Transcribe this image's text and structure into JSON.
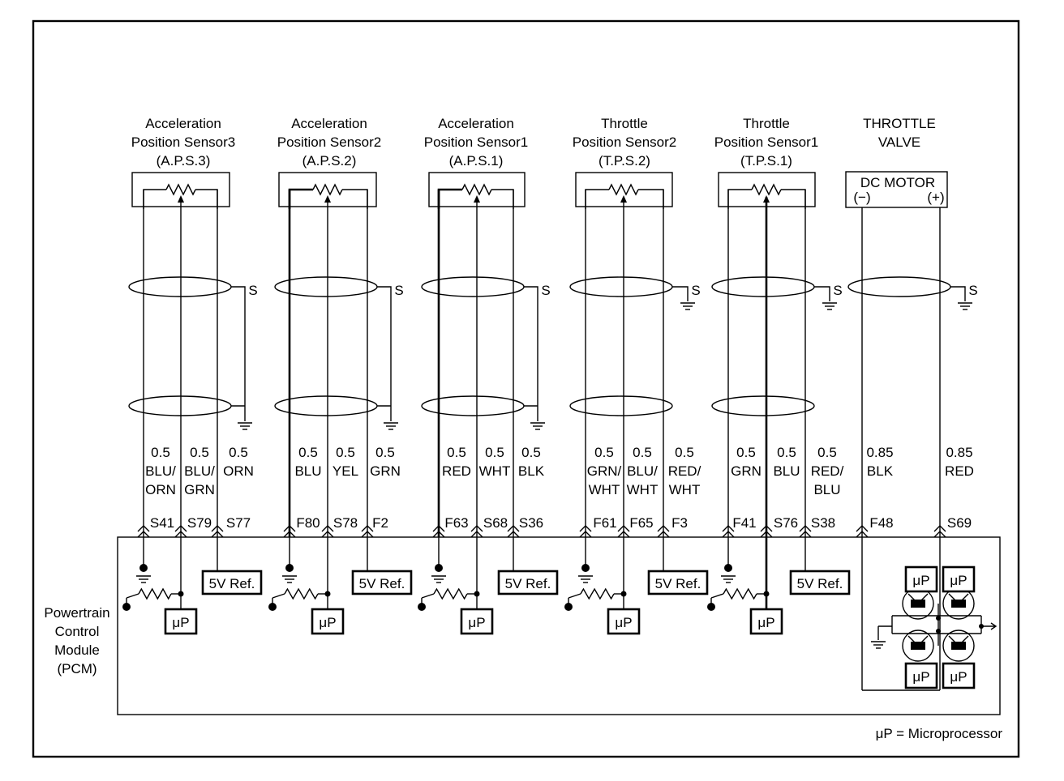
{
  "sensors": [
    {
      "name_line1": "Acceleration",
      "name_line2": "Position Sensor3",
      "abbrev": "(A.P.S.3)"
    },
    {
      "name_line1": "Acceleration",
      "name_line2": "Position Sensor2",
      "abbrev": "(A.P.S.2)"
    },
    {
      "name_line1": "Acceleration",
      "name_line2": "Position Sensor1",
      "abbrev": "(A.P.S.1)"
    },
    {
      "name_line1": "Throttle",
      "name_line2": "Position Sensor2",
      "abbrev": "(T.P.S.2)"
    },
    {
      "name_line1": "Throttle",
      "name_line2": "Position Sensor1",
      "abbrev": "(T.P.S.1)"
    }
  ],
  "throttle_valve": {
    "line1": "THROTTLE",
    "line2": "VALVE",
    "motor_label": "DC MOTOR",
    "neg": "(−)",
    "pos": "(+)"
  },
  "shield_label": "S",
  "wires": [
    {
      "size": "0.5",
      "color1": "BLU/",
      "color2": "ORN",
      "pin": "S41"
    },
    {
      "size": "0.5",
      "color1": "BLU/",
      "color2": "GRN",
      "pin": "S79"
    },
    {
      "size": "0.5",
      "color1": "ORN",
      "color2": "",
      "pin": "S77"
    },
    {
      "size": "0.5",
      "color1": "BLU",
      "color2": "",
      "pin": "F80"
    },
    {
      "size": "0.5",
      "color1": "YEL",
      "color2": "",
      "pin": "S78"
    },
    {
      "size": "0.5",
      "color1": "GRN",
      "color2": "",
      "pin": "F2"
    },
    {
      "size": "0.5",
      "color1": "RED",
      "color2": "",
      "pin": "F63"
    },
    {
      "size": "0.5",
      "color1": "WHT",
      "color2": "",
      "pin": "S68"
    },
    {
      "size": "0.5",
      "color1": "BLK",
      "color2": "",
      "pin": "S36"
    },
    {
      "size": "0.5",
      "color1": "GRN/",
      "color2": "WHT",
      "pin": "F61"
    },
    {
      "size": "0.5",
      "color1": "BLU/",
      "color2": "WHT",
      "pin": "F65"
    },
    {
      "size": "0.5",
      "color1": "RED/",
      "color2": "WHT",
      "pin": "F3"
    },
    {
      "size": "0.5",
      "color1": "GRN",
      "color2": "",
      "pin": "F41"
    },
    {
      "size": "0.5",
      "color1": "BLU",
      "color2": "",
      "pin": "S76"
    },
    {
      "size": "0.5",
      "color1": "RED/",
      "color2": "BLU",
      "pin": "S38"
    },
    {
      "size": "0.85",
      "color1": "BLK",
      "color2": "",
      "pin": "F48"
    },
    {
      "size": "0.85",
      "color1": "RED",
      "color2": "",
      "pin": "S69"
    }
  ],
  "pcm": {
    "line1": "Powertrain",
    "line2": "Control",
    "line3": "Module",
    "line4": "(PCM)",
    "ref_label": "5V Ref.",
    "up_label": "μP"
  },
  "footnote": "μP = Microprocessor"
}
